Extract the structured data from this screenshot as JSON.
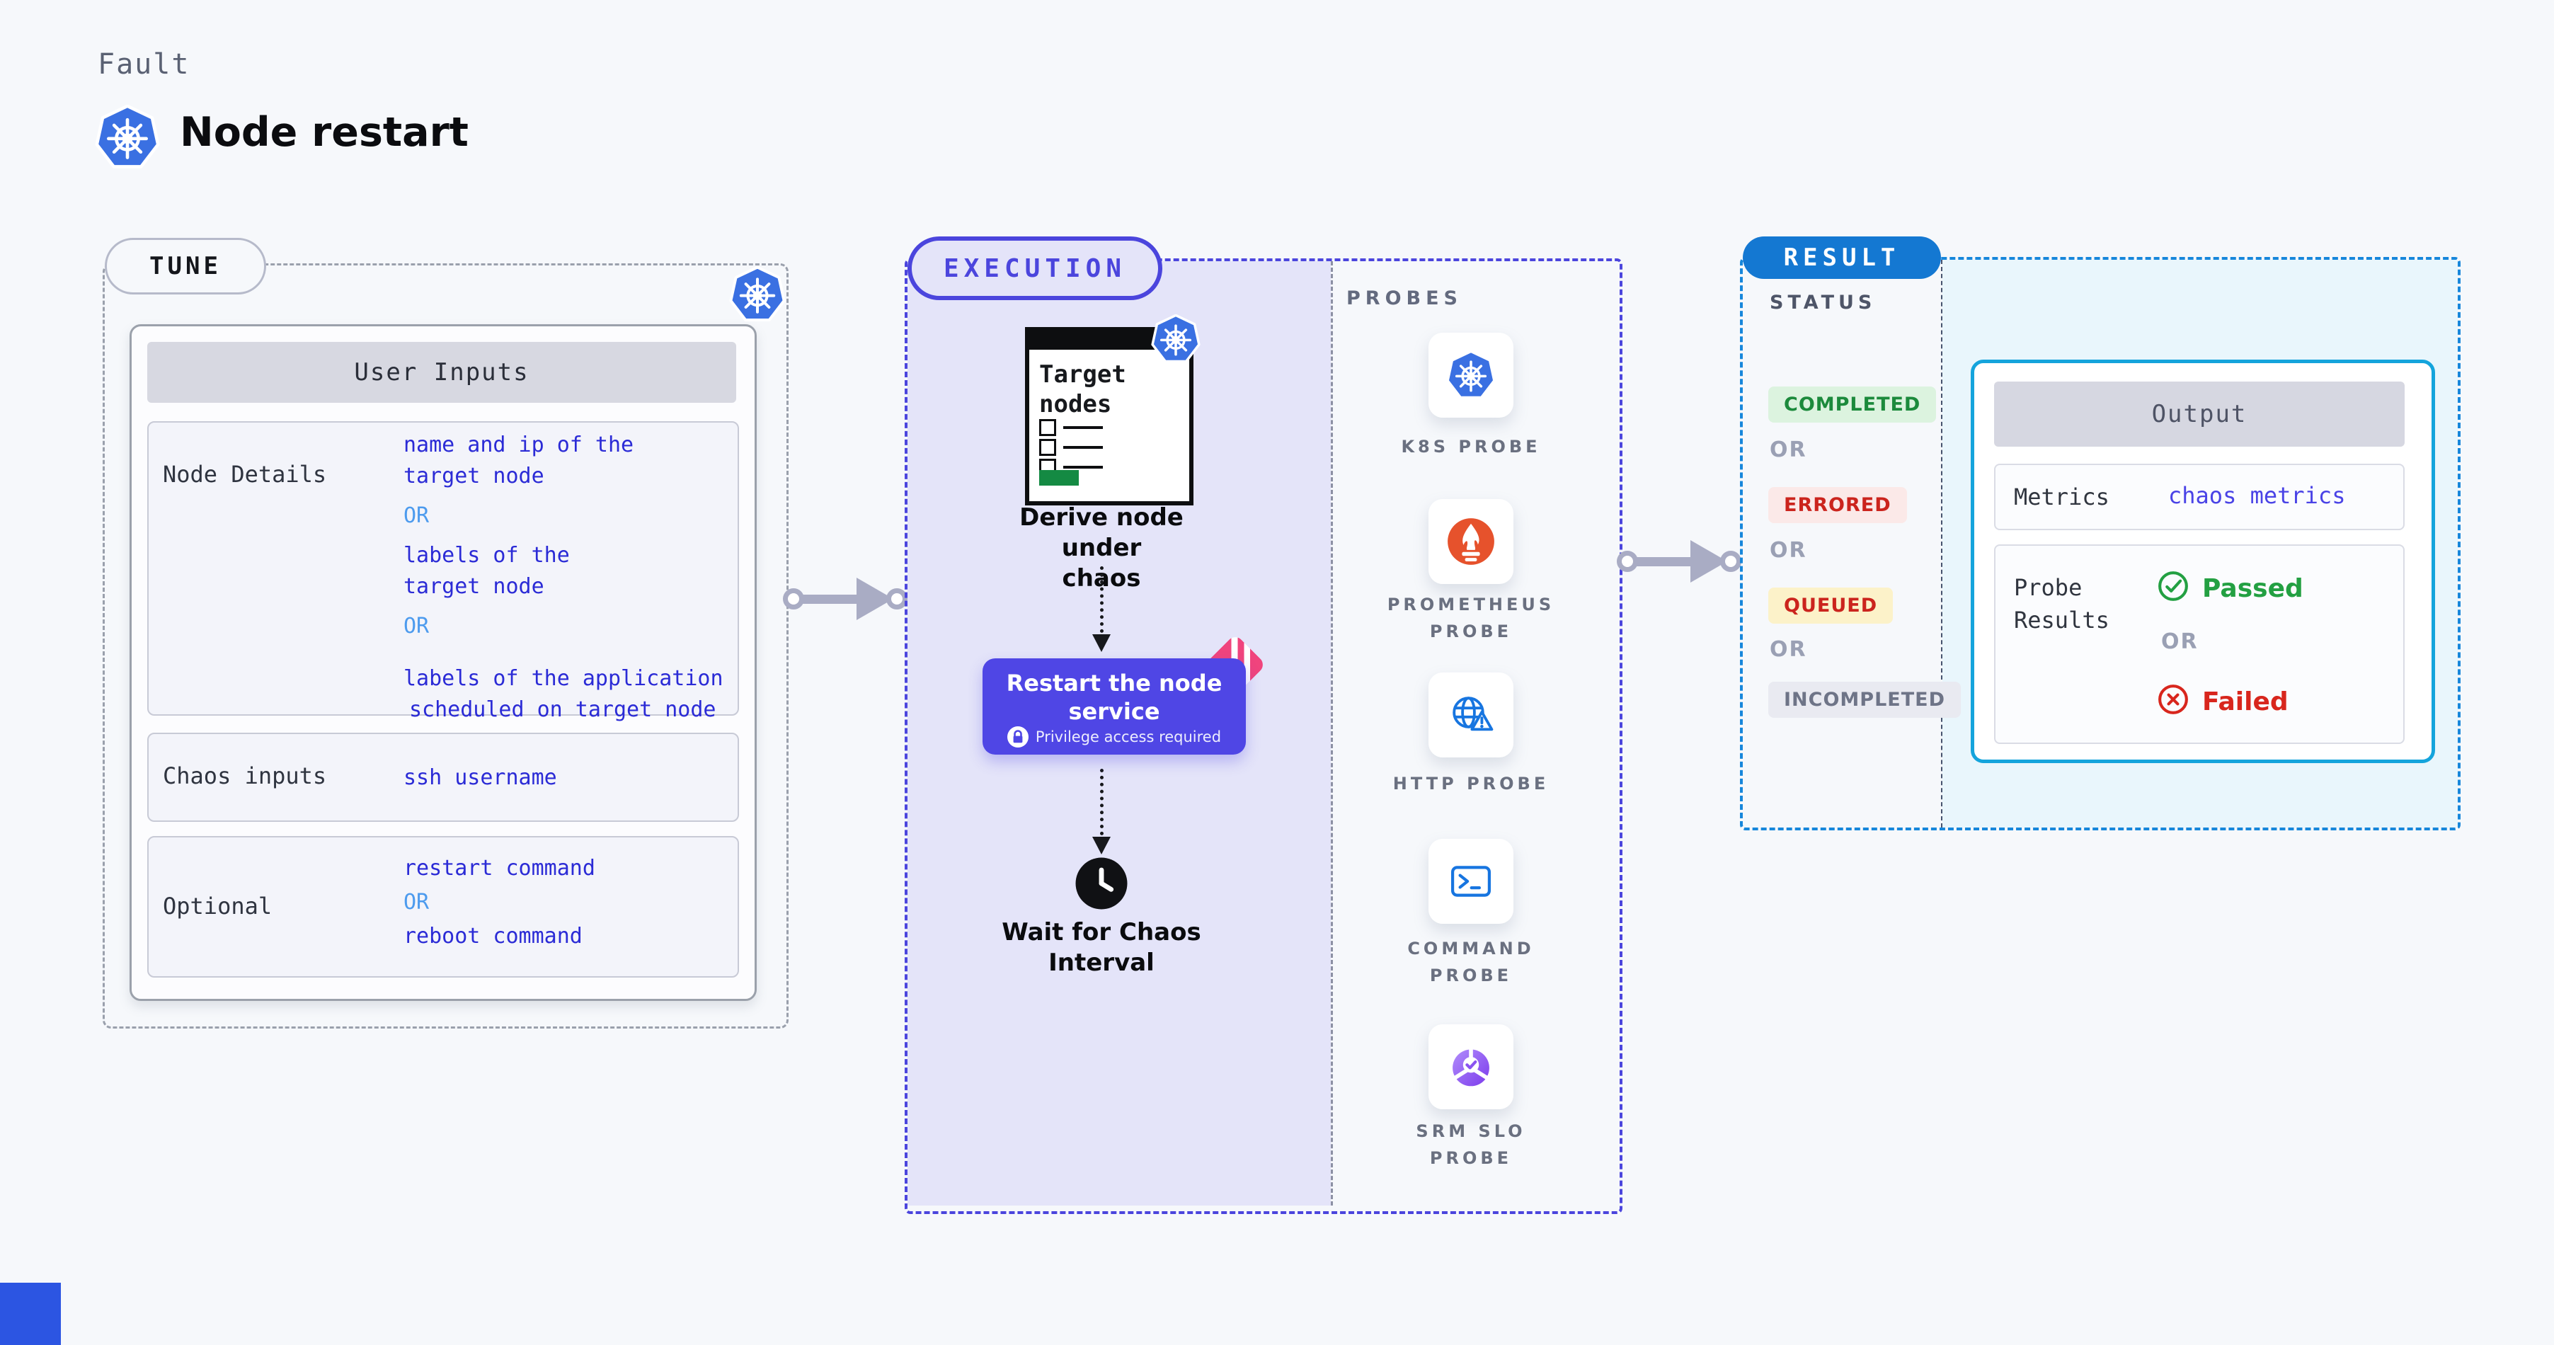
{
  "colors": {
    "k8sBlue": "#3A70E2",
    "indigo": "#4B45DD",
    "indigoBtn": "#4F46E5",
    "lavender": "#E4E4F9",
    "blueValue": "#2B2BD6",
    "lightBlueOr": "#4D9BEE",
    "dashGray": "#9AA0AC",
    "arrowGray": "#A9ACC4",
    "pink": "#F0447D",
    "resultBlue": "#1478D2",
    "resultBorder": "#1787DB",
    "cyanPanel": "#E9F6FC",
    "outputBorder": "#14A4DC",
    "passedGreen": "#23A042",
    "failedRed": "#D8261D",
    "prometheusOrange": "#E6522C"
  },
  "header": {
    "eyebrow": "Fault",
    "title": "Node restart",
    "icon": "kubernetes-icon"
  },
  "tune": {
    "badge": "TUNE",
    "table_title": "User Inputs",
    "rows": [
      {
        "label": "Node Details",
        "lines": [
          "name and ip of the",
          "target node",
          "OR",
          "labels of the",
          "target node",
          "OR",
          "labels of the application",
          "scheduled on target node"
        ]
      },
      {
        "label": "Chaos inputs",
        "lines": [
          "ssh username"
        ]
      },
      {
        "label": "Optional",
        "lines": [
          "restart command",
          "OR",
          "reboot command"
        ]
      }
    ]
  },
  "execution": {
    "badge": "EXECUTION",
    "clipboard": {
      "title_line1": "Target",
      "title_line2": "nodes",
      "icon": "kubernetes-icon"
    },
    "derive_line1": "Derive node under",
    "derive_line2": "chaos",
    "button_line1": "Restart the node",
    "button_line2": "service",
    "button_note": "Privilege access required",
    "wait_line1": "Wait for Chaos",
    "wait_line2": "Interval"
  },
  "probes": {
    "heading": "PROBES",
    "items": [
      {
        "label": "K8S PROBE",
        "icon": "kubernetes-icon"
      },
      {
        "label": "PROMETHEUS PROBE",
        "icon": "prometheus-icon"
      },
      {
        "label": "HTTP PROBE",
        "icon": "http-globe-icon"
      },
      {
        "label": "COMMAND PROBE",
        "icon": "terminal-icon"
      },
      {
        "label": "SRM SLO PROBE",
        "icon": "srm-slo-icon"
      }
    ]
  },
  "result": {
    "badge": "RESULT",
    "status_heading": "STATUS",
    "or_label": "OR",
    "statuses": [
      {
        "label": "COMPLETED",
        "bg": "#DCF3DF",
        "text": "#1C8A3C"
      },
      {
        "label": "ERRORED",
        "bg": "#FBE9E8",
        "text": "#CB241D"
      },
      {
        "label": "QUEUED",
        "bg": "#FCF2C9",
        "text": "#CB241D"
      },
      {
        "label": "INCOMPLETED",
        "bg": "#E9EAF1",
        "text": "#6E7487"
      }
    ],
    "output": {
      "title": "Output",
      "metrics_label": "Metrics",
      "metrics_value": "chaos metrics",
      "probe_results_line1": "Probe",
      "probe_results_line2": "Results",
      "passed_label": "Passed",
      "failed_label": "Failed"
    }
  }
}
